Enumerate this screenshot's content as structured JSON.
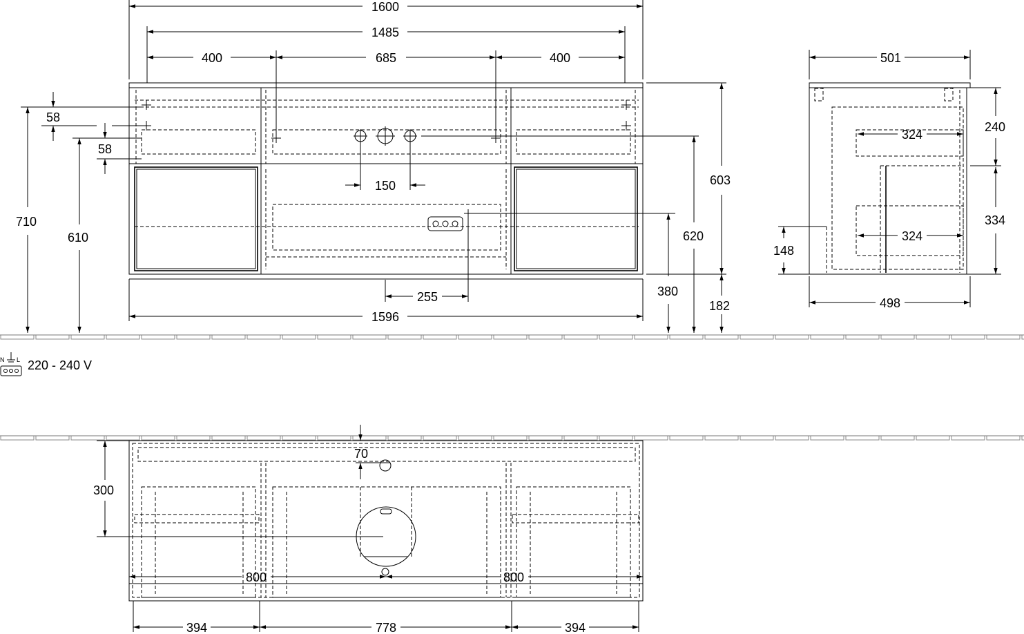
{
  "front_view": {
    "width_overall": "1600",
    "width_top": "1485",
    "left_section": "400",
    "center_section": "685",
    "right_section": "400",
    "drawer_gap_top": "58",
    "drawer_gap_second": "58",
    "height_total": "710",
    "height_to_panel": "610",
    "tap_spacing": "150",
    "socket_offset": "255",
    "width_bottom": "1596",
    "height_body": "603",
    "height_620": "620",
    "height_380": "380",
    "floor_gap": "182"
  },
  "side_view": {
    "depth_top": "501",
    "upper_height": "240",
    "upper_depth": "324",
    "lower_depth": "324",
    "lower_height": "334",
    "plinth_height": "148",
    "depth_bottom": "498"
  },
  "power": {
    "voltage": "220 - 240 V",
    "icon": "socket-icon"
  },
  "top_view": {
    "wall_offset": "70",
    "depth": "300",
    "left_half": "800",
    "right_half": "800",
    "left_bay": "394",
    "center_bay": "778",
    "right_bay": "394"
  }
}
